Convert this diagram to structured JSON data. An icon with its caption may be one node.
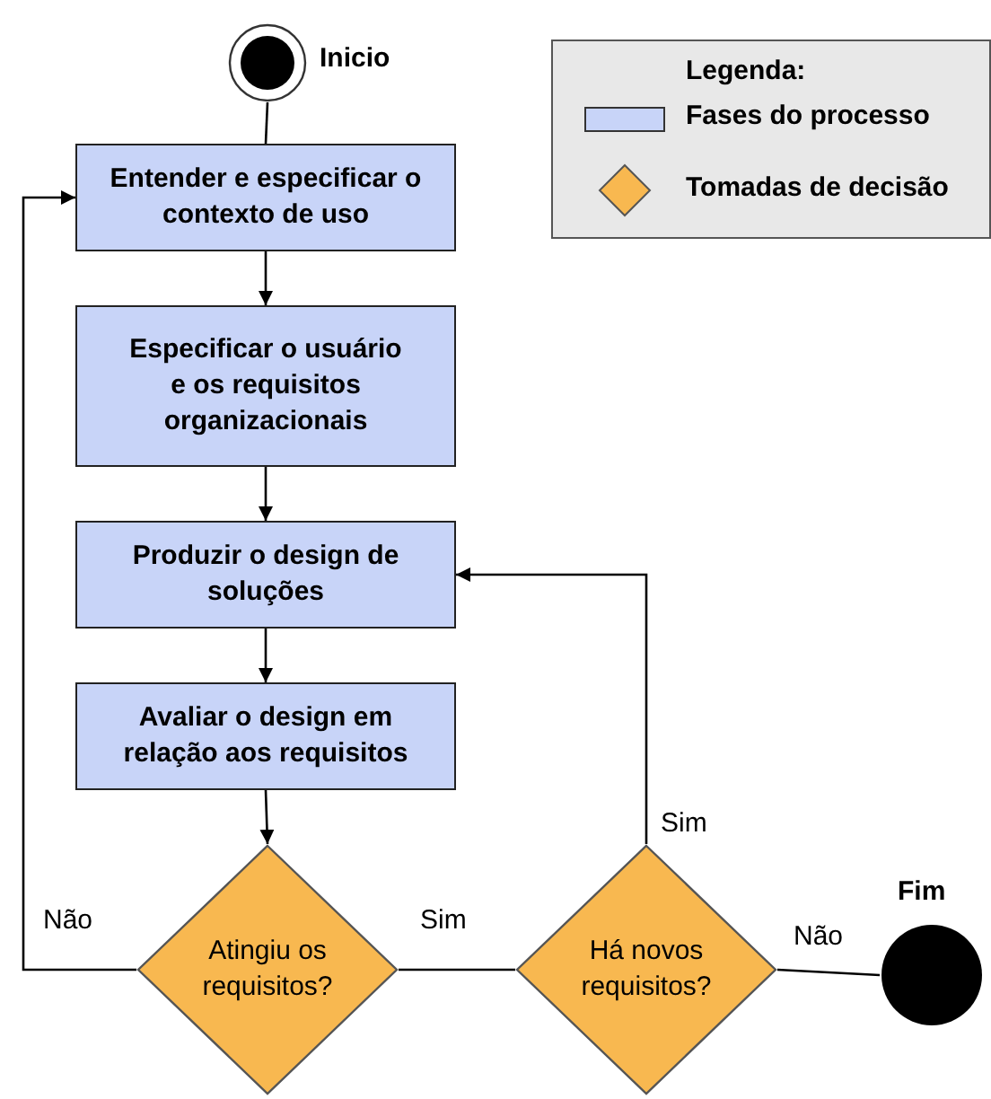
{
  "diagram": {
    "nodes": [
      {
        "text": [],
        "shape": "circle",
        "beside": [
          "Inicio"
        ]
      },
      {
        "text": [
          "Entender e especificar o contexto de uso"
        ]
      },
      {
        "text": [
          "Especificar o usuário e os requisitos organizacionais"
        ]
      },
      {
        "text": [
          "Produzir o design de soluções"
        ]
      },
      {
        "text": [
          "Avaliar o design em relação aos requisitos"
        ]
      },
      {
        "text": [
          "Atingiu os requisitos?"
        ]
      },
      {
        "text": [
          "Há novos requisitos?"
        ]
      },
      {
        "text": [],
        "shape": "circle",
        "beside": [
          "Fim"
        ]
      }
    ],
    "edges": [
      {
        "from": 0,
        "to": 1,
        "arrow": "none"
      },
      {
        "from": 1,
        "to": 2,
        "arrow": "to"
      },
      {
        "from": 2,
        "to": 3,
        "arrow": "to"
      },
      {
        "from": 3,
        "to": 4,
        "arrow": "to"
      },
      {
        "from": 4,
        "to": 5,
        "arrow": "to"
      },
      {
        "from": 5,
        "to": 1,
        "arrow": "to",
        "label": "Não"
      },
      {
        "from": 5,
        "to": 6,
        "arrow": "none",
        "label": "Sim"
      },
      {
        "from": 6,
        "to": 3,
        "arrow": "to",
        "label": "Sim"
      },
      {
        "from": 6,
        "to": 7,
        "arrow": "none",
        "label": "Não"
      }
    ],
    "labels": [
      "Legenda:"
    ],
    "legend": [
      {
        "text": "Fases do processo",
        "color": "#c8d4f8"
      },
      {
        "text": "Tomadas de decisão",
        "color": "#f8b850"
      }
    ]
  }
}
